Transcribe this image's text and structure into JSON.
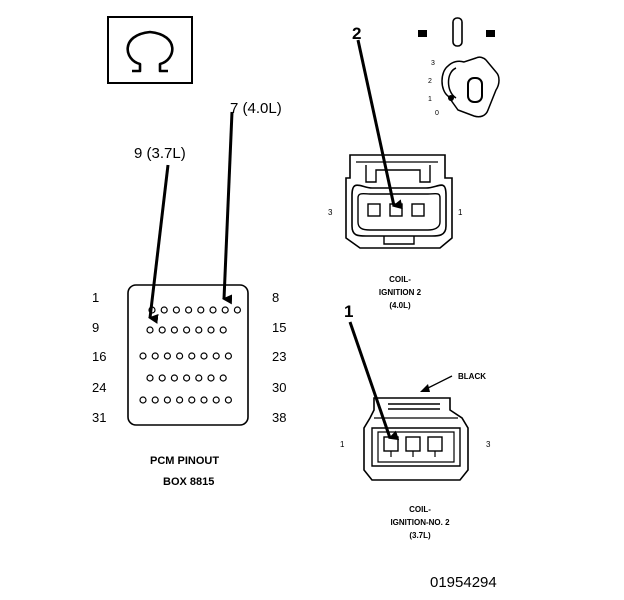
{
  "callouts": {
    "pin_7_label": "7 (4.0L)",
    "pin_9_label": "9 (3.7L)",
    "callout_2": "2",
    "callout_1": "1"
  },
  "pcm": {
    "row_labels_left": [
      "1",
      "9",
      "16",
      "24",
      "31"
    ],
    "row_labels_right": [
      "8",
      "15",
      "23",
      "30",
      "38"
    ],
    "caption_line1": "PCM PINOUT",
    "caption_line2": "BOX 8815"
  },
  "ignition_key": {
    "positions": [
      "3",
      "2",
      "1",
      "0"
    ]
  },
  "coil_upper": {
    "pin_left": "3",
    "pin_right": "1",
    "caption_line1": "COIL-",
    "caption_line2": "IGNITION 2",
    "caption_line3": "(4.0L)"
  },
  "coil_lower": {
    "color_label": "BLACK",
    "pin_left": "1",
    "pin_right": "3",
    "caption_line1": "COIL-",
    "caption_line2": "IGNITION-NO. 2",
    "caption_line3": "(3.7L)"
  },
  "figure_id": "01954294"
}
